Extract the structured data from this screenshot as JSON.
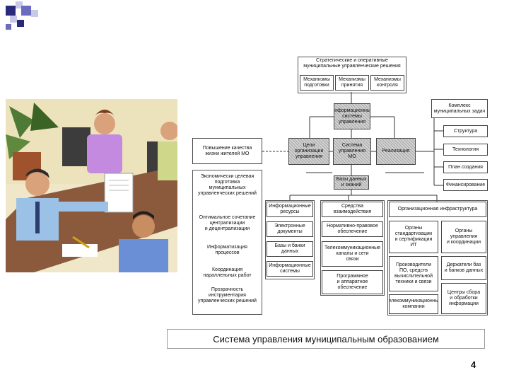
{
  "colors": {
    "sq_dark": "#2a2a7a",
    "sq_mid": "#6b6bc0",
    "sq_light": "#c8c8e8"
  },
  "diagram": {
    "top_title": "Стратегические и оперативные\nмуниципальные управленческие решения",
    "top_items": [
      "Механизмы\nподготовки",
      "Механизмы\nпринятия",
      "Механизмы\nконтроля"
    ],
    "middle_top": "Информационные\nсистемы управления",
    "middle_row": [
      "Цели\nорганизации\nуправления",
      "Система\nуправления\nМО",
      "Реализация"
    ],
    "middle_bottom": "Базы данных\nи знаний",
    "left_top": "Повышение качества\nжизни жителей МО",
    "left_items": [
      "Экономически целевая\nподготовка\nмуниципальных\nуправленческих решений",
      "Оптимальное сочетание\nцентрализации\nи децентрализации",
      "Информатизация\nпроцессов",
      "Координация\nпараллельных работ",
      "Прозрачность\nинструментария\nуправленческих решений"
    ],
    "right_items": [
      "Комплекс\nмуниципальных задач",
      "Структура",
      "Технология",
      "План создания",
      "Финансирование"
    ],
    "col1_header": "Информационные\nресурсы",
    "col1_items": [
      "Электронные\nдокументы",
      "Базы и банки\nданных",
      "Информационные\nсистемы"
    ],
    "col2_header": "Средства\nвзаимодействия",
    "col2_items": [
      "Нормативно-правовое\nобеспечение",
      "Телекоммуникационные каналы и сети\nсвязи",
      "Программное\nи аппаратное\nобеспечение"
    ],
    "col3_header": "Организационная инфраструктура",
    "col3_left": [
      "Органы\nстандартизации\nи сертификации\nИТ",
      "Производители\nПО, средств\nвычислительной\nтехники и связи",
      "Телекоммуникационные компании"
    ],
    "col3_right": [
      "Органы\nуправления\nи координации",
      "Держатели баз\nи банков данных",
      "Центры сбора\nи обработки\nинформации"
    ]
  },
  "caption": "Система управления муниципальным образованием",
  "page_number": "4"
}
